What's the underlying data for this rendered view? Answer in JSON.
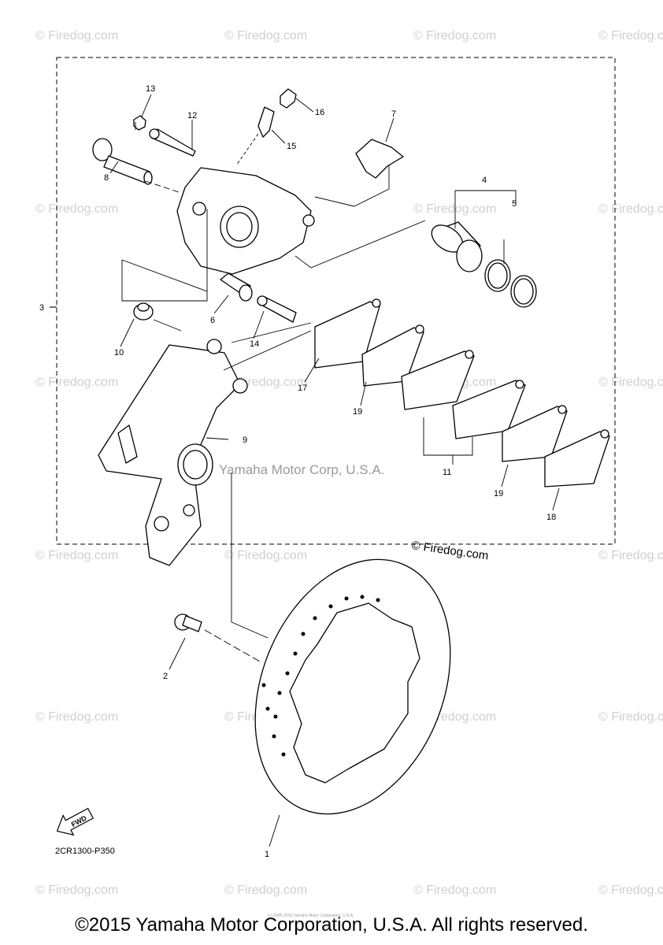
{
  "watermark": "© Firedog.com",
  "watermark_center": "Yamaha Motor Corp, U.S.A.",
  "diagram_code": "2CR1300-P350",
  "fwd_label": "FWD",
  "tiny_note": "(c) 2005-2015 Yamaha Motor Corporation, U.S.A.",
  "copyright": "©2015 Yamaha Motor Corporation, U.S.A. All rights reserved.",
  "callouts": {
    "c1": "1",
    "c2": "2",
    "c3": "3",
    "c4": "4",
    "c5": "5",
    "c6": "6",
    "c7": "7",
    "c8": "8",
    "c9": "9",
    "c10": "10",
    "c11": "11",
    "c12": "12",
    "c13": "13",
    "c14": "14",
    "c15": "15",
    "c16": "16",
    "c17": "17",
    "c18": "18",
    "c19a": "19",
    "c19b": "19"
  }
}
